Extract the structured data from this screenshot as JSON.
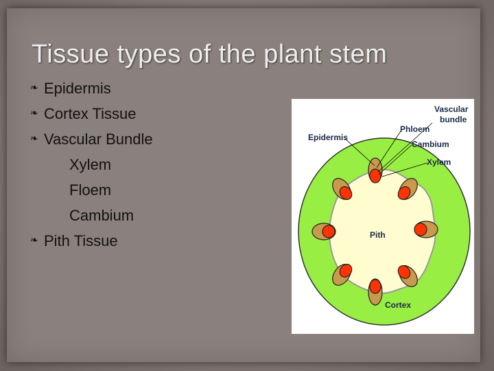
{
  "slide": {
    "title": "Tissue types of the plant stem",
    "bullets": [
      "Epidermis",
      "Cortex Tissue",
      "Vascular Bundle"
    ],
    "sub_items": [
      "Xylem",
      "Floem",
      "Cambium"
    ],
    "last_bullet": "Pith Tissue"
  },
  "diagram_labels": {
    "vascular_bundle_line1": "Vascular",
    "vascular_bundle_line2": "bundle",
    "phloem": "Phloem",
    "epidermis": "Epidermis",
    "cambium": "Cambium",
    "xylem": "Xylem",
    "pith": "Pith",
    "cortex": "Cortex"
  },
  "colors": {
    "cortex_green": "#99ee44",
    "pith_cream": "#fffdd0",
    "phloem_tan": "#c89a4e",
    "xylem_red": "#ff3300"
  }
}
